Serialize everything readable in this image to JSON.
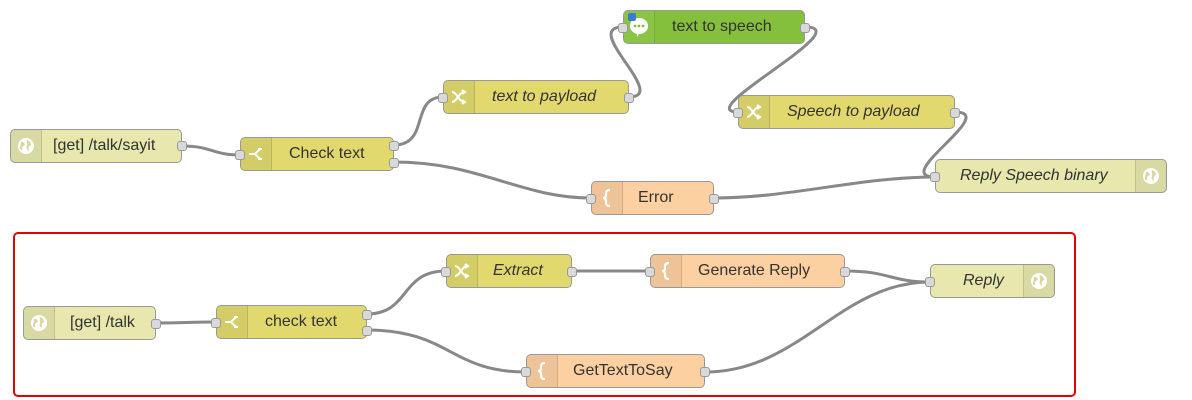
{
  "colors": {
    "http": "#e7e7ae",
    "switch": "#e2d96e",
    "change": "#e2d96e",
    "function": "#fdd0a2",
    "watson": "#84c03b",
    "error_group": "#e60000",
    "wire": "#888888"
  },
  "nodes": {
    "get_talk_sayit": {
      "label": "[get] /talk/sayit",
      "icon": "globe-icon"
    },
    "check_text_1": {
      "label": "Check text",
      "icon": "switch-icon"
    },
    "text_to_payload": {
      "label": "text to payload",
      "icon": "shuffle-icon"
    },
    "text_to_speech": {
      "label": "text to speech",
      "icon": "speech-bubble-icon"
    },
    "speech_to_payload": {
      "label": "Speech to payload",
      "icon": "shuffle-icon"
    },
    "reply_speech_binary": {
      "label": "Reply Speech binary",
      "icon": "globe-icon"
    },
    "error": {
      "label": "Error",
      "icon": "function-brace-icon"
    },
    "get_talk": {
      "label": "[get] /talk",
      "icon": "globe-icon"
    },
    "check_text_2": {
      "label": "check text",
      "icon": "switch-icon"
    },
    "extract": {
      "label": "Extract",
      "icon": "shuffle-icon"
    },
    "generate_reply": {
      "label": "Generate Reply",
      "icon": "function-brace-icon"
    },
    "reply": {
      "label": "Reply",
      "icon": "globe-icon"
    },
    "get_text_to_say": {
      "label": "GetTextToSay",
      "icon": "function-brace-icon"
    }
  }
}
